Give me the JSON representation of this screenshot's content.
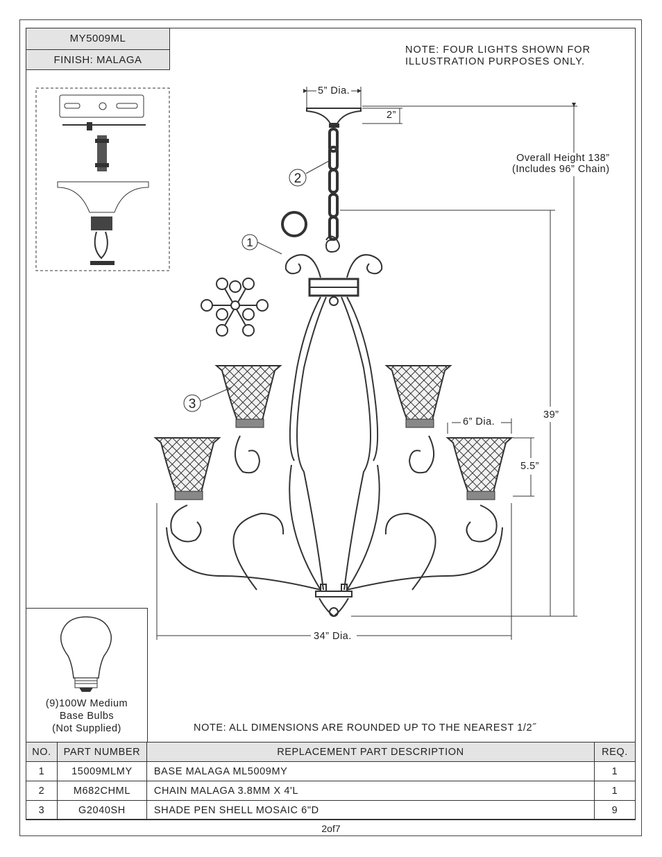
{
  "header": {
    "model": "MY5009ML",
    "finish": "FINISH: MALAGA"
  },
  "notes": {
    "top_line1": "NOTE:  FOUR LIGHTS SHOWN FOR",
    "top_line2": "ILLUSTRATION PURPOSES ONLY.",
    "bottom": "NOTE:  ALL DIMENSIONS ARE ROUNDED UP TO THE NEAREST  1/2˝"
  },
  "dimensions": {
    "canopy_dia": "5” Dia.",
    "canopy_height": "2”",
    "overall_height_line1": "Overall Height 138”",
    "overall_height_line2": "(Includes 96” Chain)",
    "fixture_height": "39”",
    "shade_dia": "6” Dia.",
    "shade_height": "5.5”",
    "fixture_dia": "34” Dia."
  },
  "callouts": [
    "1",
    "2",
    "3"
  ],
  "bulb": {
    "line1": "(9)100W Medium",
    "line2": "Base Bulbs",
    "line3": "(Not Supplied)"
  },
  "table": {
    "headers": [
      "NO.",
      "PART NUMBER",
      "REPLACEMENT PART DESCRIPTION",
      "REQ."
    ],
    "rows": [
      [
        "1",
        "15009MLMY",
        "BASE MALAGA ML5009MY",
        "1"
      ],
      [
        "2",
        "M682CHML",
        "CHAIN MALAGA 3.8MM X 4'L",
        "1"
      ],
      [
        "3",
        "G2040SH",
        "SHADE PEN SHELL MOSAIC 6\"D",
        "9"
      ]
    ]
  },
  "page": "2of7"
}
